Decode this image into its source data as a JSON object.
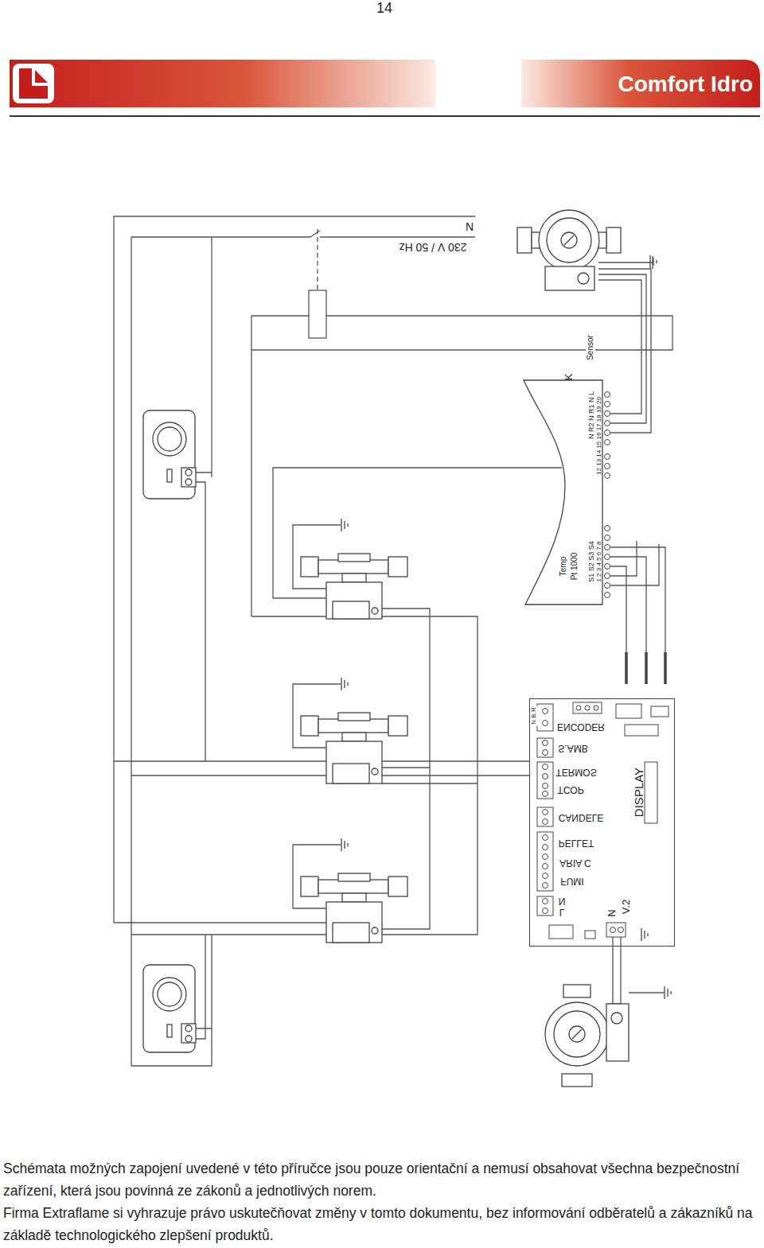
{
  "diagram": {
    "title": "Comfort Idro",
    "caption": "Schémata možných zapojení uvedené v této příručce jsou pouze orientační a nemusí obsahovat všechna bezpečnostní zařízení, která jsou povinná ze zákonů a jednotlivých norem.",
    "nodes": [
      {
        "text": [
          "Temp",
          "Pt 1000"
        ]
      },
      {
        "text": [
          "DISPLAY"
        ]
      }
    ],
    "labels": [
      "14",
      "N",
      "230 V / 50 Hz",
      "Sensor",
      "K",
      "12 13 14 15 16 17 18 19 20",
      "N R2 N R1 N L",
      "1 2 3 4 5 6 7 8",
      "S1 S2 S3 S4",
      "N.B.R",
      "ENCODER",
      "S.AMB",
      "TERMOS",
      "TCOP",
      "CANDELE",
      "PELLET",
      "ARIA C",
      "FUMI",
      "N",
      "L",
      "N",
      "V.2",
      "Firma Extraflame si vyhrazuje právo uskutečňovat změny v tomto dokumentu, bez informování odběratelů a zákazníků na základě technologického zlepšení produktů."
    ]
  }
}
